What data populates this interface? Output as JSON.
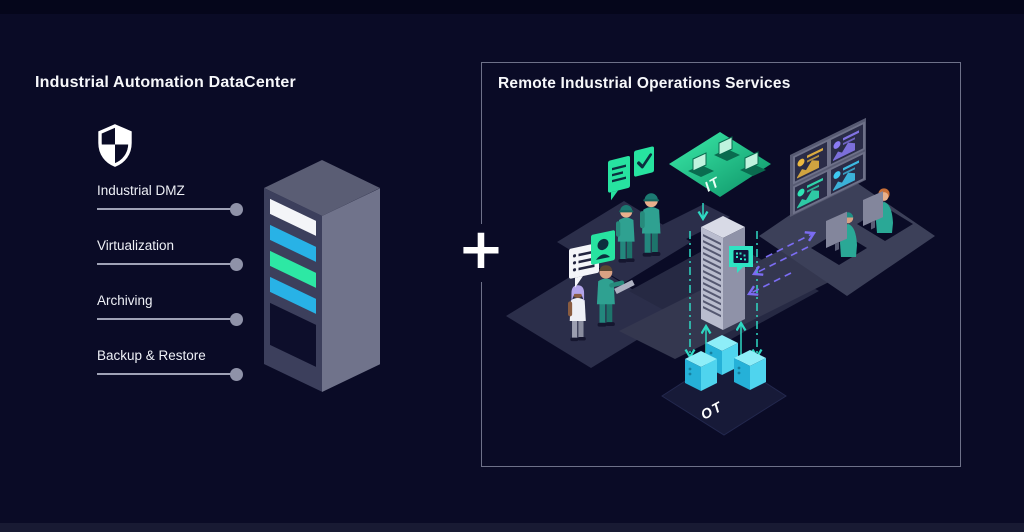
{
  "canvas": {
    "background": "#0a0b26"
  },
  "left_section": {
    "title": "Industrial Automation DataCenter",
    "features": [
      {
        "label": "Industrial DMZ"
      },
      {
        "label": "Virtualization"
      },
      {
        "label": "Archiving"
      },
      {
        "label": "Backup & Restore"
      }
    ],
    "rack_slot_colors": [
      "#f4f5f8",
      "#28b2e6",
      "#2de8a4",
      "#28b2e6",
      "#0d0e2b"
    ]
  },
  "separator": {
    "symbol": "+"
  },
  "right_section": {
    "title": "Remote Industrial Operations Services",
    "it_label": "IT",
    "ot_label": "OT",
    "accent_colors": {
      "platform_green": "#23e3a2",
      "cube_cyan": "#35c8f0",
      "teal_arrow": "#2ed9c3",
      "purple_arrow": "#7b6cf2",
      "panel_border": "#6e7189"
    }
  },
  "icons": {
    "shield": "checker-security-shield",
    "it_platform": "laptop-workstations",
    "ot_platform": "industrial-cubes",
    "server": "rack-tower",
    "badge": "chip-flag",
    "bubbles": [
      "checklist",
      "checkmark",
      "list",
      "person-head"
    ]
  }
}
